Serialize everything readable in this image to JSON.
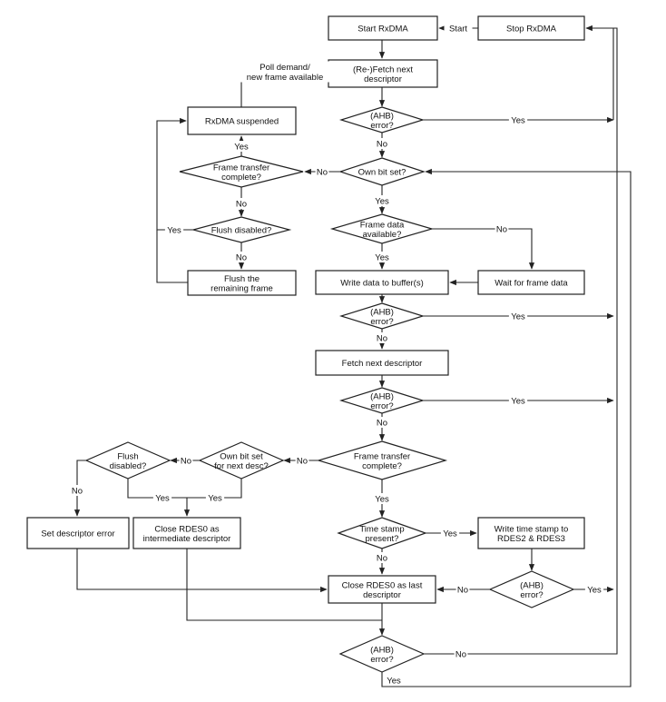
{
  "diagram": {
    "colors": {
      "line": "#222222",
      "fill": "#ffffff",
      "text": "#111111",
      "background": "#ffffff"
    },
    "nodes": {
      "start_rxdma": "Start RxDMA",
      "stop_rxdma": "Stop RxDMA",
      "refetch_descriptor": [
        "(Re-)Fetch next",
        "descriptor"
      ],
      "ahb_error_1": [
        "(AHB)",
        "error?"
      ],
      "rxdma_suspended": "RxDMA suspended",
      "own_bit_set": "Own bit set?",
      "frame_transfer_complete_1": [
        "Frame transfer",
        "complete?"
      ],
      "frame_data_available": [
        "Frame data",
        "available?"
      ],
      "flush_disabled_1": "Flush disabled?",
      "flush_remaining_frame": [
        "Flush the",
        "remaining frame"
      ],
      "write_data_to_buffers": "Write data to buffer(s)",
      "wait_for_frame_data": "Wait for frame data",
      "ahb_error_2": [
        "(AHB)",
        "error?"
      ],
      "fetch_next_descriptor": "Fetch next descriptor",
      "ahb_error_3": [
        "(AHB)",
        "error?"
      ],
      "frame_transfer_complete_2": [
        "Frame transfer",
        "complete?"
      ],
      "own_bit_set_next_desc": [
        "Own bit set",
        "for next desc?"
      ],
      "flush_disabled_2": [
        "Flush",
        "disabled?"
      ],
      "set_descriptor_error": "Set descriptor error",
      "close_rdes0_intermediate": [
        "Close RDES0 as",
        "intermediate descriptor"
      ],
      "time_stamp_present": [
        "Time stamp",
        "present?"
      ],
      "write_time_stamp": [
        "Write time stamp to",
        "RDES2 & RDES3"
      ],
      "ahb_error_4": [
        "(AHB)",
        "error?"
      ],
      "close_rdes0_last": [
        "Close RDES0 as last",
        "descriptor"
      ],
      "ahb_error_5": [
        "(AHB)",
        "error?"
      ]
    },
    "edge_labels": {
      "start": "Start",
      "poll_demand": [
        "Poll demand/",
        "new frame available"
      ],
      "yes": "Yes",
      "no": "No"
    }
  }
}
